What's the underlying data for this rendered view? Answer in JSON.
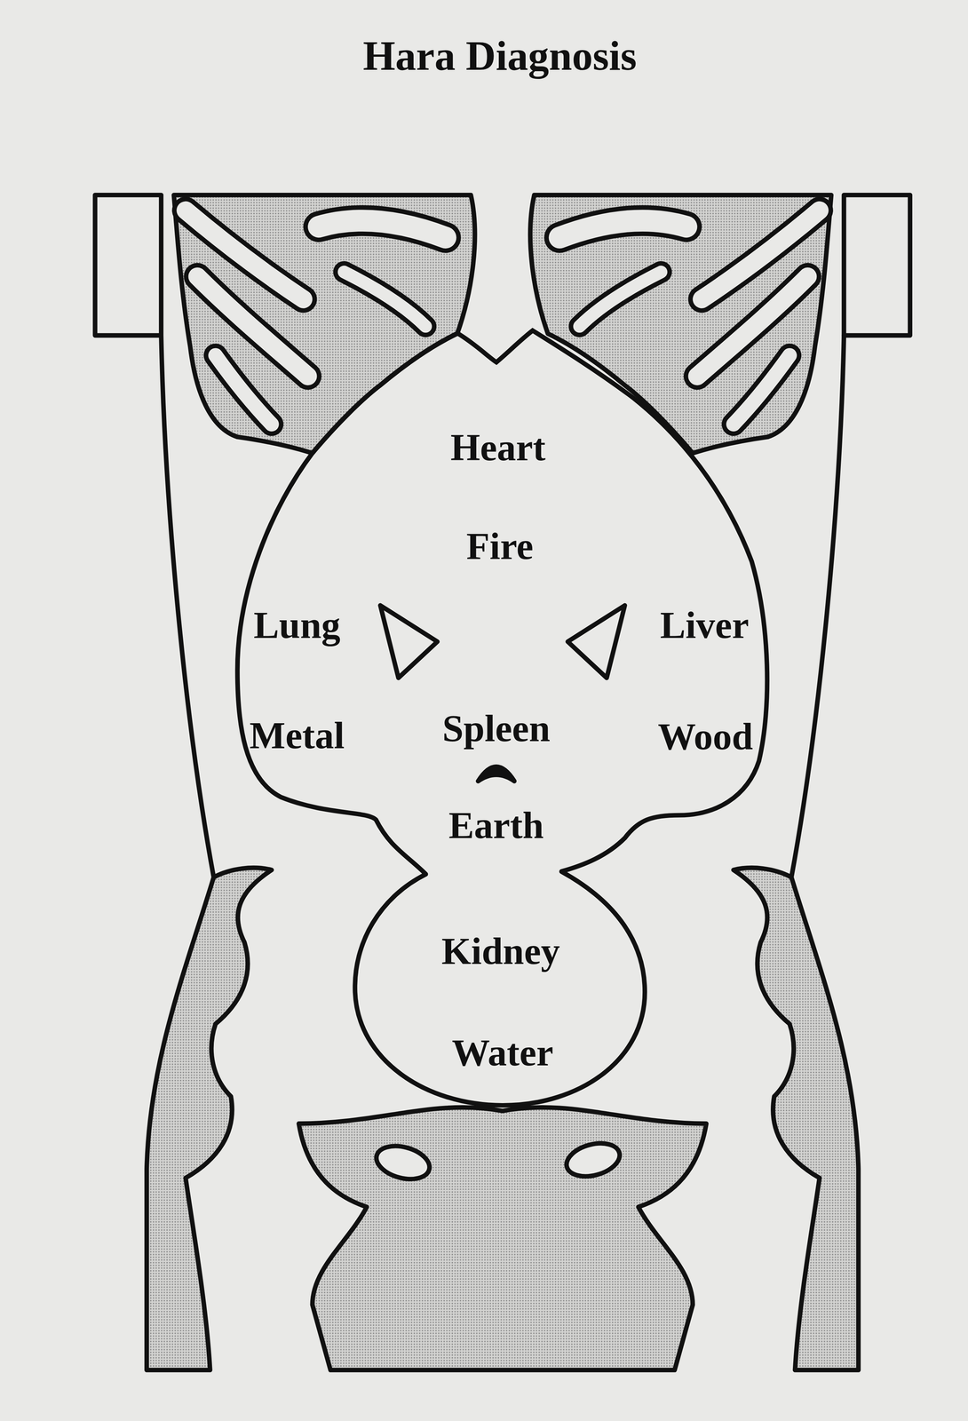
{
  "diagram": {
    "title": "Hara Diagnosis",
    "nodes": [
      {
        "text": [
          "Heart",
          "Fire",
          "Lung",
          "Liver",
          "Metal",
          "Spleen",
          "Wood",
          "Earth"
        ]
      },
      {
        "text": [
          "Kidney",
          "Water"
        ]
      }
    ]
  }
}
